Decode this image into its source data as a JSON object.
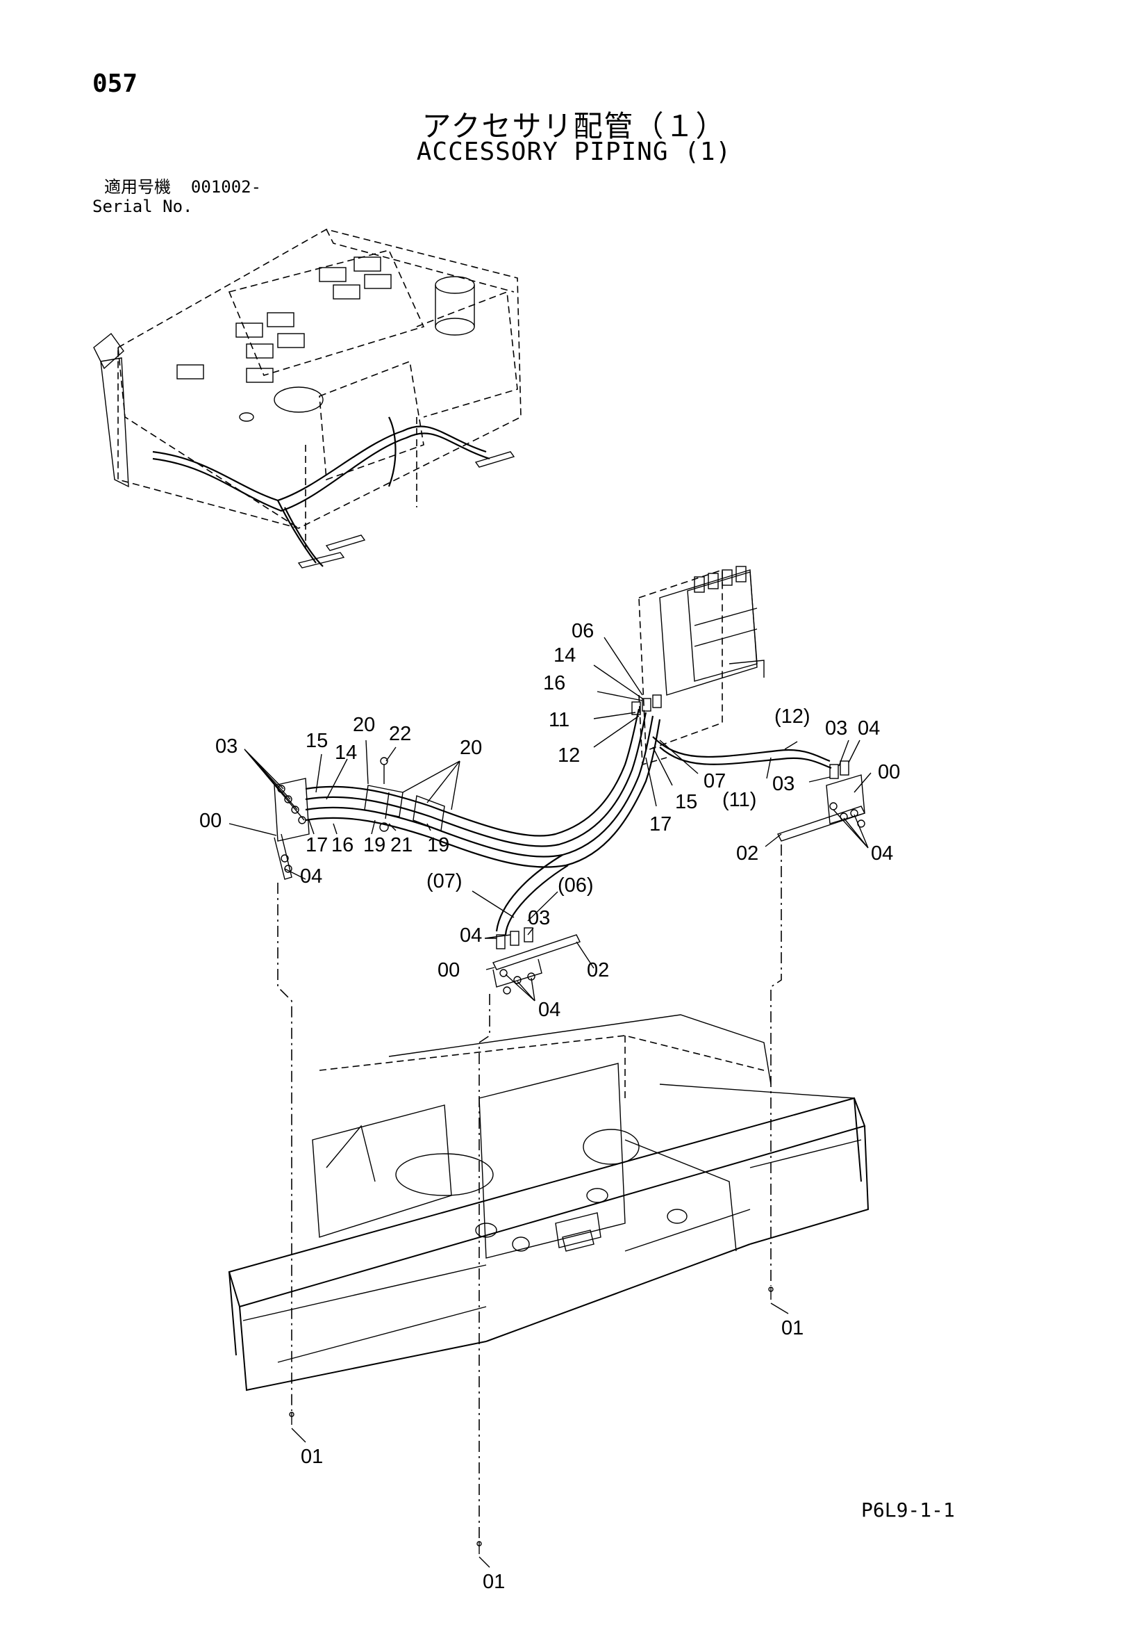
{
  "page": {
    "number": "057",
    "title_ja": "アクセサリ配管（１）",
    "title_en": "ACCESSORY PIPING (1)",
    "serial_label_ja": "適用号機",
    "serial_value": "001002-",
    "serial_label_en": "Serial No.",
    "doc_code": "P6L9-1-1"
  },
  "callouts": [
    {
      "id": "c-06-top",
      "text": "06"
    },
    {
      "id": "c-14-top",
      "text": "14"
    },
    {
      "id": "c-16-top",
      "text": "16"
    },
    {
      "id": "c-11-top",
      "text": "11"
    },
    {
      "id": "c-12-top",
      "text": "12"
    },
    {
      "id": "c-20-a",
      "text": "20"
    },
    {
      "id": "c-22",
      "text": "22"
    },
    {
      "id": "c-20-b",
      "text": "20"
    },
    {
      "id": "c-15-left",
      "text": "15"
    },
    {
      "id": "c-14-left",
      "text": "14"
    },
    {
      "id": "c-03-left",
      "text": "03"
    },
    {
      "id": "c-00-left",
      "text": "00"
    },
    {
      "id": "c-17-left",
      "text": "17"
    },
    {
      "id": "c-16-left",
      "text": "16"
    },
    {
      "id": "c-19-a",
      "text": "19"
    },
    {
      "id": "c-21",
      "text": "21"
    },
    {
      "id": "c-19-b",
      "text": "19"
    },
    {
      "id": "c-04-left",
      "text": "04"
    },
    {
      "id": "c-07-mid",
      "text": "07"
    },
    {
      "id": "c-15-mid",
      "text": "15"
    },
    {
      "id": "c-17-mid",
      "text": "17"
    },
    {
      "id": "c-12-paren",
      "text": "(12)"
    },
    {
      "id": "c-11-paren",
      "text": "(11)"
    },
    {
      "id": "c-03-right-top",
      "text": "03"
    },
    {
      "id": "c-04-right-top",
      "text": "04"
    },
    {
      "id": "c-03-right",
      "text": "03"
    },
    {
      "id": "c-00-right",
      "text": "00"
    },
    {
      "id": "c-02-right",
      "text": "02"
    },
    {
      "id": "c-04-right",
      "text": "04"
    },
    {
      "id": "c-07-paren",
      "text": "(07)"
    },
    {
      "id": "c-06-paren",
      "text": "(06)"
    },
    {
      "id": "c-04-center-top",
      "text": "04"
    },
    {
      "id": "c-03-center",
      "text": "03"
    },
    {
      "id": "c-00-center",
      "text": "00"
    },
    {
      "id": "c-02-center",
      "text": "02"
    },
    {
      "id": "c-04-center",
      "text": "04"
    },
    {
      "id": "c-01-right",
      "text": "01"
    },
    {
      "id": "c-01-left",
      "text": "01"
    },
    {
      "id": "c-01-bottom",
      "text": "01"
    }
  ]
}
